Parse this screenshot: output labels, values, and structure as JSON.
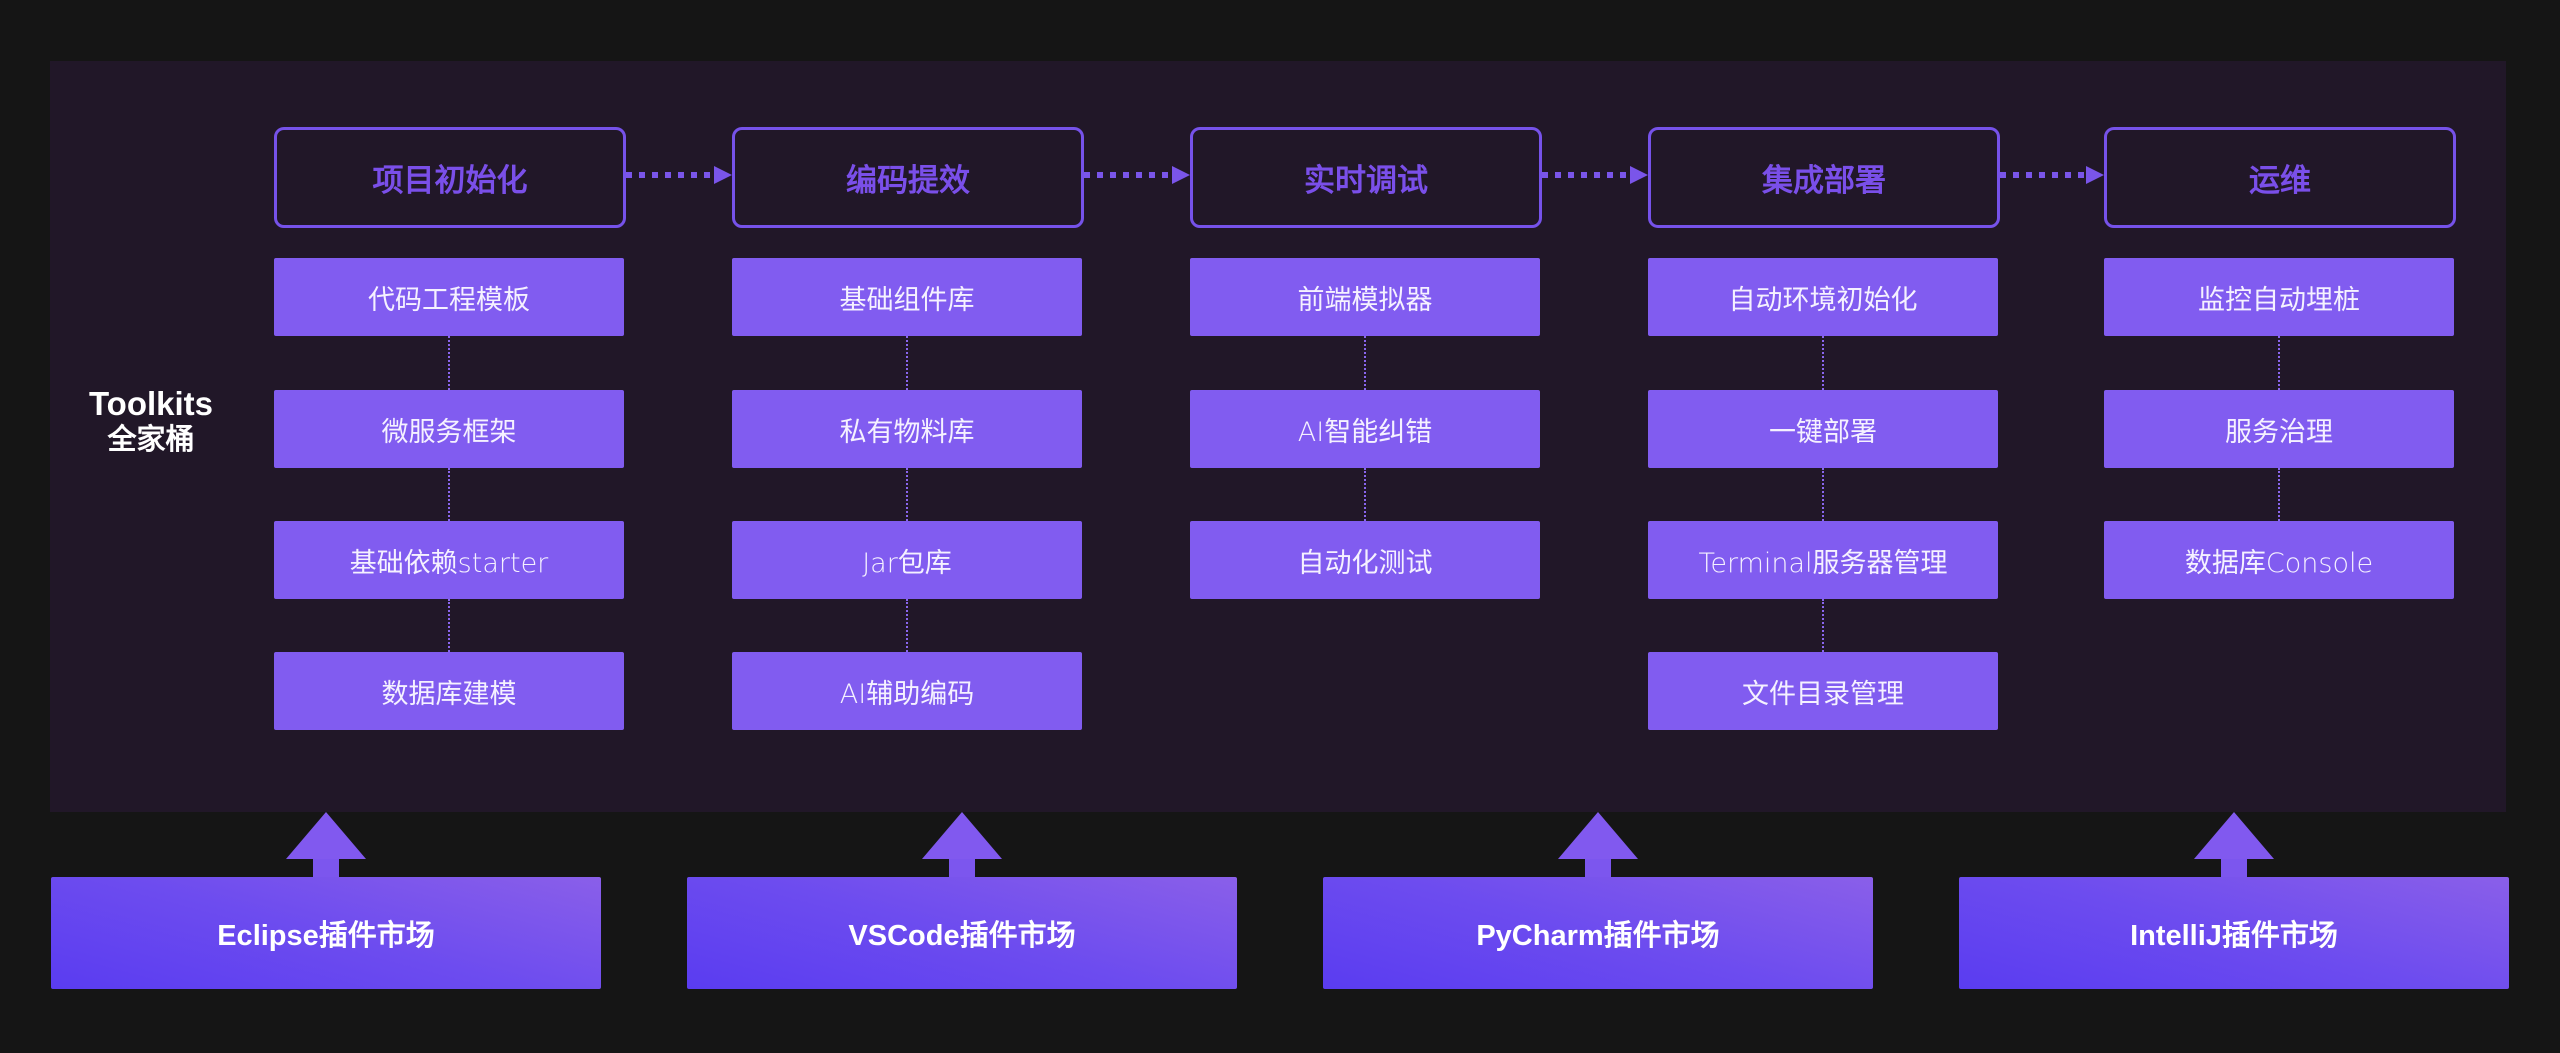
{
  "title": {
    "line1": "Toolkits",
    "line2": "全家桶"
  },
  "stages": [
    {
      "header": "项目初始化",
      "items": [
        "代码工程模板",
        "微服务框架",
        "基础依赖starter",
        "数据库建模"
      ]
    },
    {
      "header": "编码提效",
      "items": [
        "基础组件库",
        "私有物料库",
        "Jar包库",
        "AI辅助编码"
      ]
    },
    {
      "header": "实时调试",
      "items": [
        "前端模拟器",
        "AI智能纠错",
        "自动化测试"
      ]
    },
    {
      "header": "集成部署",
      "items": [
        "自动环境初始化",
        "一键部署",
        "Terminal服务器管理",
        "文件目录管理"
      ]
    },
    {
      "header": "运维",
      "items": [
        "监控自动埋桩",
        "服务治理",
        "数据库Console"
      ]
    }
  ],
  "markets": [
    {
      "label": "Eclipse插件市场"
    },
    {
      "label": "VSCode插件市场"
    },
    {
      "label": "PyCharm插件市场"
    },
    {
      "label": "IntelliJ插件市场"
    }
  ],
  "colors": {
    "background": "#151515",
    "panel": "#211728",
    "accent": "#815cf0",
    "header_text": "#7a4fe9",
    "market_gradient_start": "#5a3cf0",
    "market_gradient_end": "#8a5fe9"
  },
  "icons": {
    "flow_arrow": "dotted-right-arrow-icon",
    "up_arrow": "up-arrow-icon"
  }
}
